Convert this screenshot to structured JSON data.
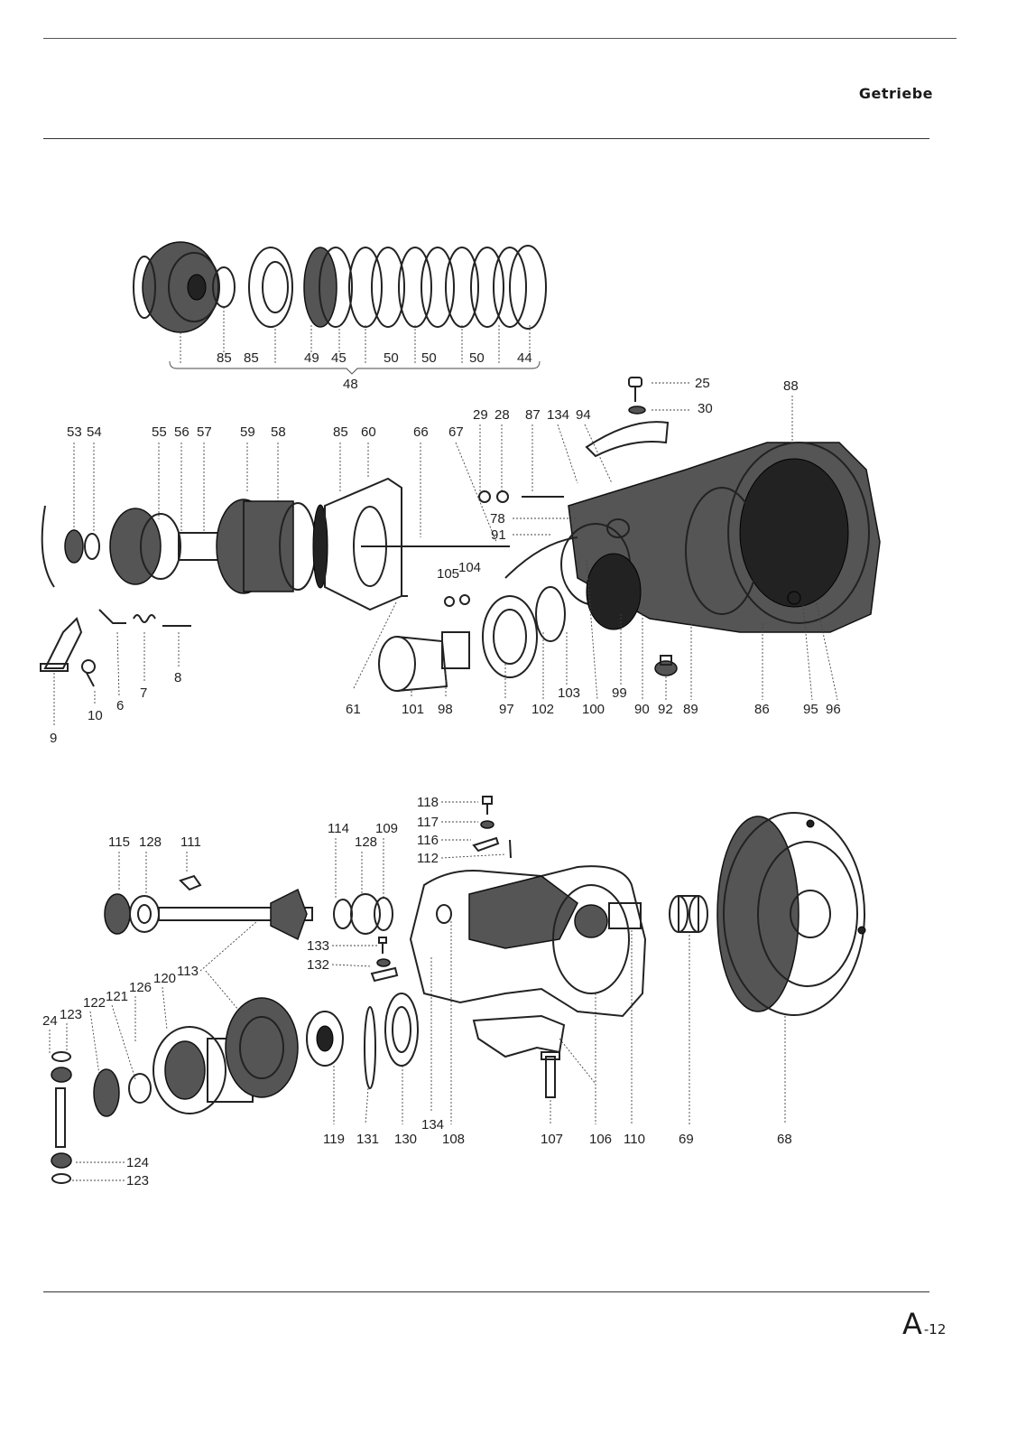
{
  "header": {
    "title": "Getriebe"
  },
  "footer": {
    "page_prefix": "A",
    "page_suffix": "-12"
  },
  "labels": {
    "l85a": "85",
    "l85b": "85",
    "l49": "49",
    "l45": "45",
    "l50a": "50",
    "l50b": "50",
    "l50c": "50",
    "l44": "44",
    "l48": "48",
    "l25": "25",
    "l30": "30",
    "l88": "88",
    "l29": "29",
    "l28": "28",
    "l87": "87",
    "l134a": "134",
    "l94": "94",
    "l53": "53",
    "l54": "54",
    "l55": "55",
    "l56": "56",
    "l57": "57",
    "l59": "59",
    "l58": "58",
    "l85c": "85",
    "l60": "60",
    "l66": "66",
    "l67": "67",
    "l78": "78",
    "l91": "91",
    "l105": "105",
    "l104": "104",
    "l6": "6",
    "l7": "7",
    "l8": "8",
    "l9": "9",
    "l10": "10",
    "l61": "61",
    "l101": "101",
    "l98": "98",
    "l97": "97",
    "l102": "102",
    "l103": "103",
    "l100": "100",
    "l99": "99",
    "l90": "90",
    "l92": "92",
    "l89": "89",
    "l86": "86",
    "l95": "95",
    "l96": "96",
    "l118": "118",
    "l117": "117",
    "l116": "116",
    "l112": "112",
    "l115": "115",
    "l128a": "128",
    "l111": "111",
    "l114": "114",
    "l128b": "128",
    "l109": "109",
    "l133": "133",
    "l132": "132",
    "l113": "113",
    "l24": "24",
    "l123a": "123",
    "l122": "122",
    "l121": "121",
    "l126": "126",
    "l120": "120",
    "l124": "124",
    "l123b": "123",
    "l119": "119",
    "l131": "131",
    "l130": "130",
    "l134b": "134",
    "l108": "108",
    "l107": "107",
    "l106": "106",
    "l110": "110",
    "l69": "69",
    "l68": "68"
  }
}
